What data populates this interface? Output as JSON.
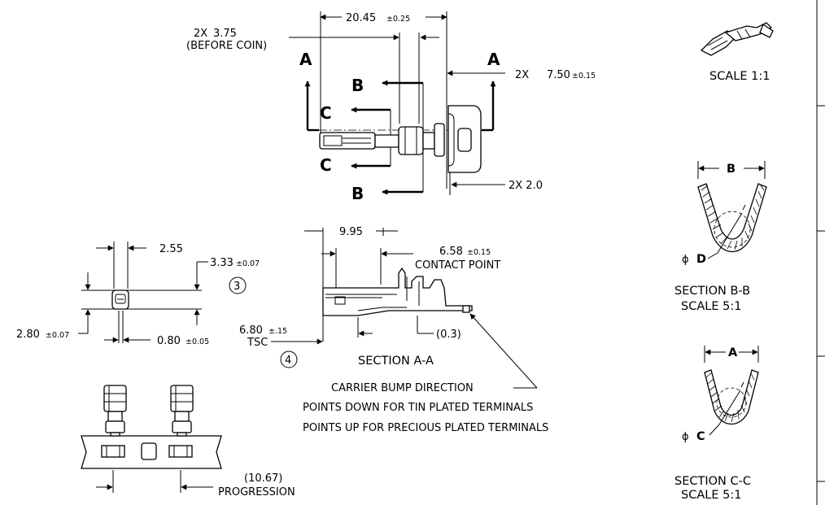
{
  "top_view": {
    "dim_overall": "20.45",
    "dim_overall_tol": "±0.25",
    "dim_coin_qty": "2X",
    "dim_coin_value": "3.75",
    "dim_coin_note": "(BEFORE COIN)",
    "dim_width_qty": "2X",
    "dim_width_value": "7.50",
    "dim_width_tol": "±0.15",
    "dim_carrier_label": "2X  2.0",
    "cut_a": "A",
    "cut_b": "B",
    "cut_c": "C"
  },
  "end_view": {
    "dim_top": "2.55",
    "dim_height_value": "3.33",
    "dim_height_tol": "±0.07",
    "balloon_height": "3",
    "dim_left_value": "2.80",
    "dim_left_tol": "±0.07",
    "dim_slot_value": "0.80",
    "dim_slot_tol": "±0.05"
  },
  "section_aa": {
    "dim_contact_len": "9.95",
    "dim_contact_value": "6.58",
    "dim_contact_tol": "±0.15",
    "dim_contact_note": "CONTACT POINT",
    "dim_tsc_value": "6.80",
    "dim_tsc_tol": "±.15",
    "dim_tsc_note": "TSC",
    "balloon_tsc": "4",
    "dim_bump": "(0.3)",
    "title": "SECTION A-A"
  },
  "notes": {
    "line1": "CARRIER BUMP DIRECTION",
    "line2": "POINTS DOWN FOR TIN PLATED TERMINALS",
    "line3": "POINTS UP FOR PRECIOUS PLATED TERMINALS"
  },
  "strip_view": {
    "dim_progression_value": "(10.67)",
    "dim_progression_note": "PROGRESSION"
  },
  "iso_view": {
    "scale": "SCALE 1:1"
  },
  "section_bb": {
    "dim_label": "B",
    "diameter_symbol": "ϕ",
    "diameter_label": "D",
    "title": "SECTION B-B",
    "scale": "SCALE 5:1"
  },
  "section_cc": {
    "dim_label": "A",
    "diameter_symbol": "ϕ",
    "diameter_label": "C",
    "title": "SECTION C-C",
    "scale": "SCALE 5:1"
  }
}
